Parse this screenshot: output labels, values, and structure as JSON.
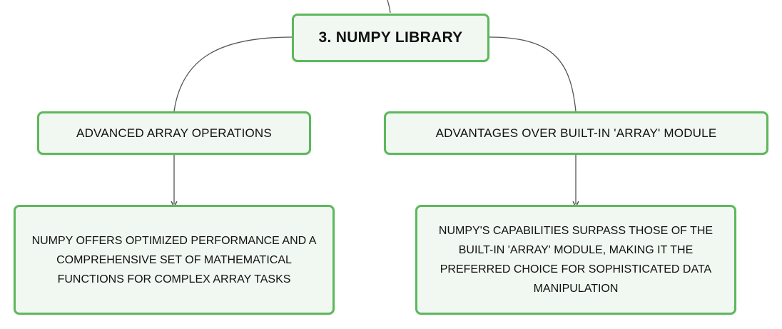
{
  "diagram": {
    "root": {
      "label": "3. NUMPY LIBRARY"
    },
    "branches": [
      {
        "topic": "ADVANCED ARRAY OPERATIONS",
        "detail": "NUMPY OFFERS OPTIMIZED PERFORMANCE AND A COMPREHENSIVE SET OF MATHEMATICAL FUNCTIONS FOR COMPLEX ARRAY TASKS"
      },
      {
        "topic": "ADVANTAGES OVER BUILT-IN 'ARRAY' MODULE",
        "detail": "NUMPY'S CAPABILITIES SURPASS THOSE OF THE BUILT-IN 'ARRAY' MODULE, MAKING IT THE PREFERRED CHOICE FOR SOPHISTICATED DATA MANIPULATION"
      }
    ],
    "colors": {
      "node_border": "#5cb85c",
      "node_fill": "#f1f8f1",
      "connector": "#555555",
      "text": "#111111"
    }
  }
}
